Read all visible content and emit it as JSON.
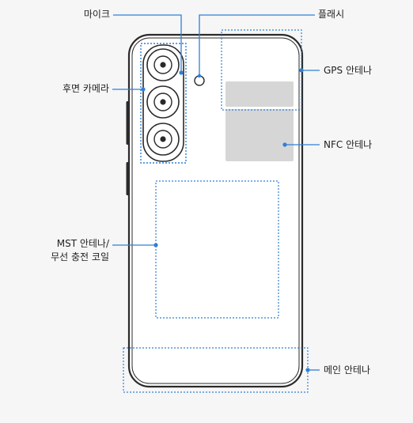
{
  "labels": {
    "mic": "마이크",
    "flash": "플래시",
    "rear_camera": "후면 카메라",
    "gps_antenna": "GPS 안테나",
    "nfc_antenna": "NFC 안테나",
    "mst_line1": "MST 안테나/",
    "mst_line2": "무선 충전 코일",
    "main_antenna": "메인 안테나"
  },
  "colors": {
    "outline": "#2a2a2a",
    "accent": "#2f7fd6",
    "antenna_fill": "#d6d6d6",
    "background": "#f6f6f6"
  }
}
